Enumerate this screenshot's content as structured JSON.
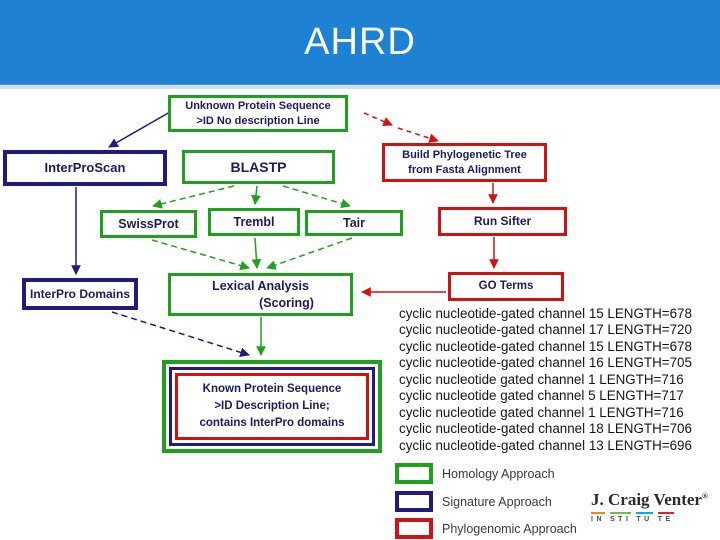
{
  "slide": {
    "title": "AHRD"
  },
  "colors": {
    "header_blue": "#1E81D2",
    "homology_green": "#1FA01F",
    "signature_navy": "#201C7E",
    "phylogenomic_red": "#CD1414",
    "box_text_navy": "#1B1B60"
  },
  "flowchart": {
    "nodes": {
      "unknown_protein": {
        "line1": "Unknown Protein Sequence",
        "line2": ">ID No description Line"
      },
      "interproscan": {
        "label": "InterProScan"
      },
      "blastp": {
        "label": "BLASTP"
      },
      "build_tree": {
        "line1": "Build Phylogenetic Tree",
        "line2": "from Fasta Alignment"
      },
      "swissprot": {
        "label": "SwissProt"
      },
      "trembl": {
        "label": "Trembl"
      },
      "tair": {
        "label": "Tair"
      },
      "run_sifter": {
        "label": "Run Sifter"
      },
      "interpro_domains": {
        "label": "InterPro Domains"
      },
      "lexical_analysis": {
        "line1": "Lexical Analysis",
        "line2": "(Scoring)"
      },
      "go_terms": {
        "label": "GO Terms"
      },
      "known_protein": {
        "line1": "Known Protein Sequence",
        "line2": ">ID Description Line;",
        "line3": "contains InterPro domains"
      }
    }
  },
  "output": {
    "lines": [
      "cyclic nucleotide-gated channel 15 LENGTH=678",
      "cyclic nucleotide-gated channel 17 LENGTH=720",
      "cyclic nucleotide-gated channel 15 LENGTH=678",
      "cyclic nucleotide-gated channel 16 LENGTH=705",
      "cyclic nucleotide gated channel 1 LENGTH=716",
      "cyclic nucleotide gated channel 5 LENGTH=717",
      "cyclic nucleotide gated channel 1 LENGTH=716",
      "cyclic nucleotide-gated channel 18 LENGTH=706",
      "cyclic nucleotide-gated channel 13 LENGTH=696"
    ]
  },
  "legend": {
    "items": [
      {
        "label": "Homology Approach",
        "color": "#1FA01F"
      },
      {
        "label": "Signature Approach",
        "color": "#201C7E"
      },
      {
        "label": "Phylogenomic Approach",
        "color": "#CD1414"
      }
    ]
  },
  "logo": {
    "name": "J. Craig Venter",
    "registered": "®",
    "institute_segments": [
      {
        "text": "IN",
        "color": "#F5831F"
      },
      {
        "text": "STI",
        "color": "#72BF44"
      },
      {
        "text": "TU",
        "color": "#00AEEF"
      },
      {
        "text": "TE",
        "color": "#ED1C24"
      }
    ]
  }
}
